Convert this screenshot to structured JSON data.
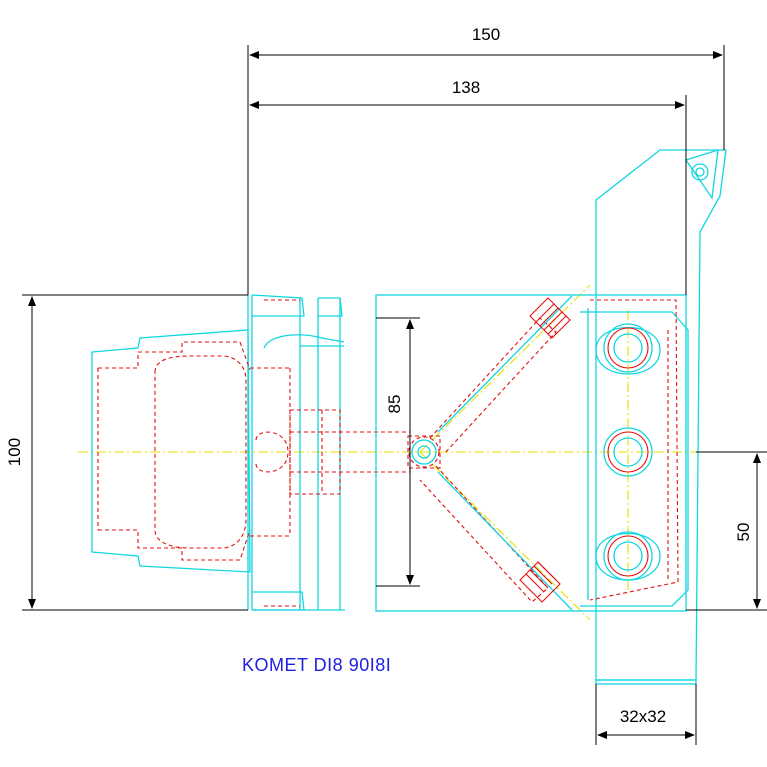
{
  "drawing": {
    "dimensions": {
      "overall_length": "150",
      "inner_length": "138",
      "height_left": "100",
      "bolt_span": "85",
      "offset_right": "50",
      "shank_size": "32x32"
    },
    "caption": "KOMET DI8 90I8I",
    "colors": {
      "outline": "#12d6e0",
      "hidden": "#e21010",
      "centerline": "#e8e000",
      "dimension": "#000000",
      "caption": "#2020e0"
    }
  }
}
